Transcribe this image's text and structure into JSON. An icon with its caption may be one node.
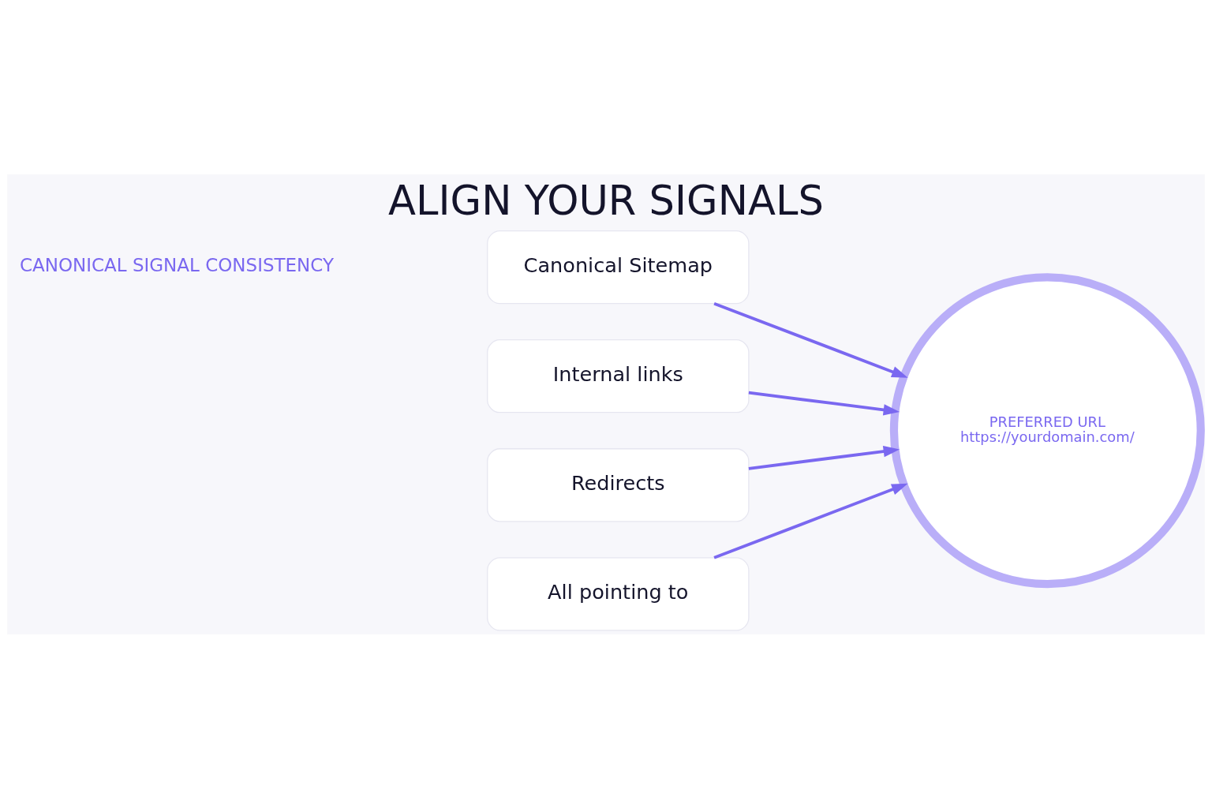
{
  "diagram": {
    "title": "ALIGN YOUR SIGNALS",
    "nodes": [
      {
        "text": [
          "Canonical Sitemap"
        ]
      },
      {
        "text": [
          "Internal links"
        ]
      },
      {
        "text": [
          "Redirects"
        ]
      },
      {
        "text": [
          "All pointing to"
        ]
      },
      {
        "text": [
          "PREFERRED URL",
          "https://yourdomain.com/"
        ]
      }
    ],
    "edges": [
      {
        "from": 0,
        "to": 4,
        "arrow": "to"
      },
      {
        "from": 1,
        "to": 4,
        "arrow": "to"
      },
      {
        "from": 2,
        "to": 4,
        "arrow": "to"
      },
      {
        "from": 3,
        "to": 4,
        "arrow": "to"
      }
    ],
    "labels": [
      "CANONICAL SIGNAL CONSISTENCY"
    ]
  }
}
